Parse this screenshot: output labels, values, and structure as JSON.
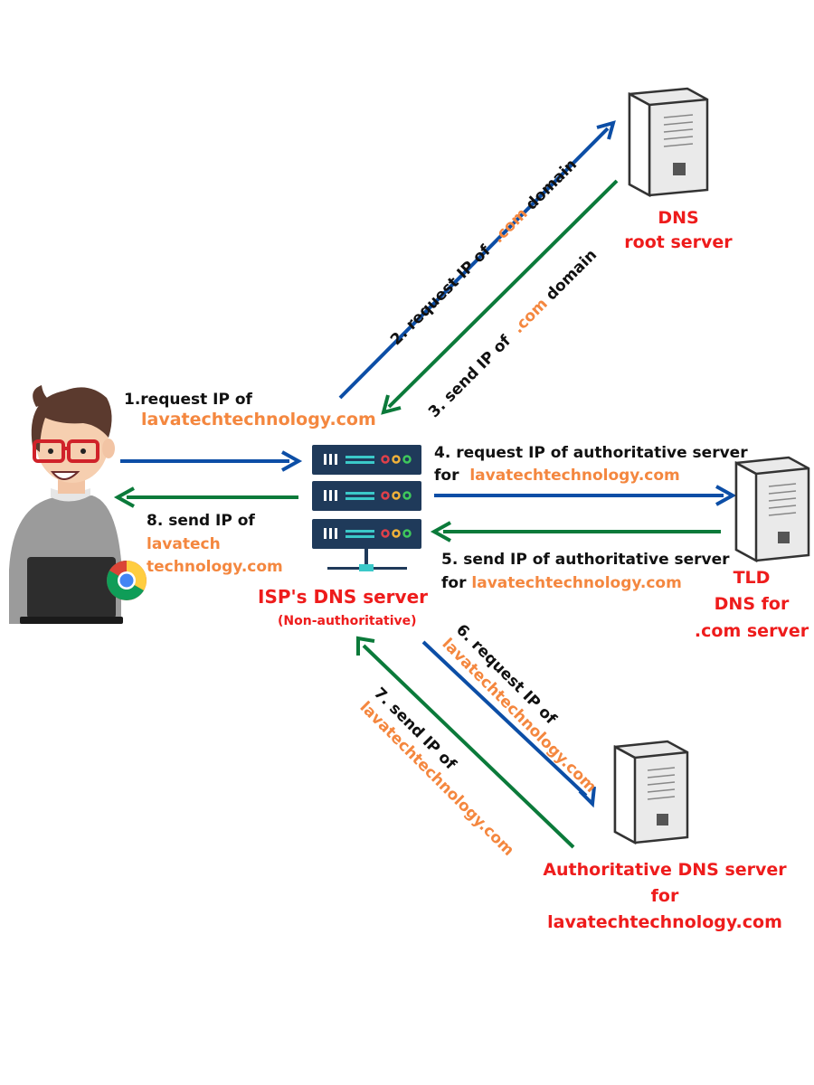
{
  "colors": {
    "request_arrow": "#0c4ea6",
    "response_arrow": "#0b7a3a",
    "domain_text": "#f4873f",
    "server_label": "#ee1c1c"
  },
  "steps": {
    "s1": {
      "prefix": "1.request IP of",
      "domain": "lavatechtechnology.com"
    },
    "s2": {
      "prefix": "2. request IP of",
      "domain": ".com",
      "suffix": "domain"
    },
    "s3": {
      "prefix": "3. send IP of",
      "domain": ".com",
      "suffix": "domain"
    },
    "s4": {
      "line1": "4. request IP of authoritative  server",
      "prefix": "for",
      "domain": "lavatechtechnology.com"
    },
    "s5": {
      "line1": "5. send IP of authoritative server",
      "prefix": "for",
      "domain": "lavatechtechnology.com"
    },
    "s6": {
      "prefix": "6. request IP of",
      "domain": "lavatechtechnology.com"
    },
    "s7": {
      "prefix": "7. send IP of",
      "domain": "lavatechtechnology.com"
    },
    "s8": {
      "prefix": "8. send IP of",
      "domain_l1": "lavatech",
      "domain_l2": "technology.com"
    }
  },
  "servers": {
    "isp": {
      "title": "ISP's  DNS server",
      "subtitle": "(Non-authoritative)"
    },
    "root": {
      "line1": "DNS",
      "line2": "root server"
    },
    "tld": {
      "line1": "TLD",
      "line2": "DNS for",
      "line3": ".com server"
    },
    "auth": {
      "line1": "Authoritative DNS server",
      "line2": "for",
      "line3": "lavatechtechnology.com"
    }
  },
  "icons": [
    "user-icon",
    "laptop-icon",
    "chrome-icon",
    "rack-server-icon",
    "tower-server-icon"
  ]
}
